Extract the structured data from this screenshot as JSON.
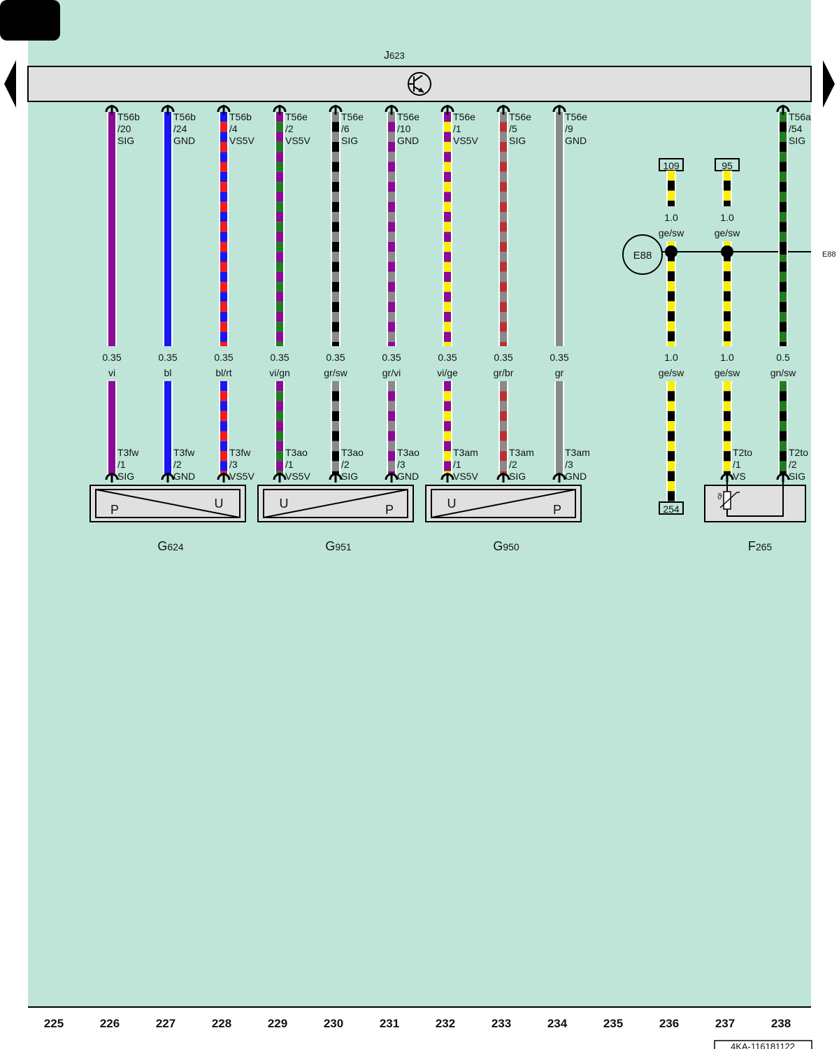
{
  "colors": {
    "background": "#bee5d8",
    "bar": "#e0e0e0",
    "vi": "#8b0a96",
    "bl": "#1717f2",
    "rt": "#f21c1c",
    "gn": "#1f7f1f",
    "sw": "#000000",
    "gr": "#8a8a8a",
    "ge": "#f8f000",
    "br": "#b83232",
    "wire_edge": "#ffffff"
  },
  "icons": {
    "nav_left": "triangle-left-icon",
    "nav_right": "triangle-right-icon",
    "transistor": "transistor-icon",
    "sensor": "thermistor-icon"
  },
  "header": {
    "control_unit": "J",
    "control_unit_sub": "623"
  },
  "wires": [
    {
      "col": 226,
      "top_conn": [
        "T56b",
        "/20",
        "SIG"
      ],
      "size": "0.35",
      "color_code": "vi",
      "colors": [
        "vi"
      ],
      "bot_conn": [
        "T3fw",
        "/1",
        "SIG"
      ]
    },
    {
      "col": 227,
      "top_conn": [
        "T56b",
        "/24",
        "GND"
      ],
      "size": "0.35",
      "color_code": "bl",
      "colors": [
        "bl"
      ],
      "bot_conn": [
        "T3fw",
        "/2",
        "GND"
      ]
    },
    {
      "col": 228,
      "top_conn": [
        "T56b",
        "/4",
        "VS5V"
      ],
      "size": "0.35",
      "color_code": "bl/rt",
      "colors": [
        "bl",
        "rt"
      ],
      "bot_conn": [
        "T3fw",
        "/3",
        "VS5V"
      ]
    },
    {
      "col": 229,
      "top_conn": [
        "T56e",
        "/2",
        "VS5V"
      ],
      "size": "0.35",
      "color_code": "vi/gn",
      "colors": [
        "vi",
        "gn"
      ],
      "bot_conn": [
        "T3ao",
        "/1",
        "VS5V"
      ]
    },
    {
      "col": 230,
      "top_conn": [
        "T56e",
        "/6",
        "SIG"
      ],
      "size": "0.35",
      "color_code": "gr/sw",
      "colors": [
        "gr",
        "sw"
      ],
      "bot_conn": [
        "T3ao",
        "/2",
        "SIG"
      ]
    },
    {
      "col": 231,
      "top_conn": [
        "T56e",
        "/10",
        "GND"
      ],
      "size": "0.35",
      "color_code": "gr/vi",
      "colors": [
        "gr",
        "vi"
      ],
      "bot_conn": [
        "T3ao",
        "/3",
        "GND"
      ]
    },
    {
      "col": 232,
      "top_conn": [
        "T56e",
        "/1",
        "VS5V"
      ],
      "size": "0.35",
      "color_code": "vi/ge",
      "colors": [
        "vi",
        "ge"
      ],
      "bot_conn": [
        "T3am",
        "/1",
        "VS5V"
      ]
    },
    {
      "col": 233,
      "top_conn": [
        "T56e",
        "/5",
        "SIG"
      ],
      "size": "0.35",
      "color_code": "gr/br",
      "colors": [
        "gr",
        "br"
      ],
      "bot_conn": [
        "T3am",
        "/2",
        "SIG"
      ]
    },
    {
      "col": 234,
      "top_conn": [
        "T56e",
        "/9",
        "GND"
      ],
      "size": "0.35",
      "color_code": "gr",
      "colors": [
        "gr"
      ],
      "bot_conn": [
        "T3am",
        "/3",
        "GND"
      ]
    }
  ],
  "right_wires": {
    "w236": {
      "col": 236,
      "from_ref": "109",
      "to_ref": "254",
      "size_upper": "1.0",
      "color_upper": "ge/sw",
      "size_lower": "1.0",
      "color_lower": "ge/sw",
      "colors": [
        "ge",
        "sw"
      ]
    },
    "w237": {
      "col": 237,
      "from_ref": "95",
      "size_upper": "1.0",
      "color_upper": "ge/sw",
      "size_lower": "1.0",
      "color_lower": "ge/sw",
      "colors": [
        "ge",
        "sw"
      ],
      "bot_conn": [
        "T2to",
        "/1",
        "VS"
      ]
    },
    "w238": {
      "col": 238,
      "top_conn": [
        "T56a",
        "/54",
        "SIG"
      ],
      "size": "0.5",
      "color_code": "gn/sw",
      "colors": [
        "gn",
        "sw"
      ],
      "bot_conn": [
        "T2to",
        "/2",
        "SIG"
      ]
    }
  },
  "e88": {
    "label": "E88",
    "label_right": "E88"
  },
  "components": [
    {
      "id": "G",
      "sub": "624",
      "left_letter": "P",
      "right_letter": "U",
      "cols": [
        226,
        227,
        228
      ]
    },
    {
      "id": "G",
      "sub": "951",
      "left_letter": "U",
      "right_letter": "P",
      "cols": [
        229,
        230,
        231
      ]
    },
    {
      "id": "G",
      "sub": "950",
      "left_letter": "U",
      "right_letter": "P",
      "cols": [
        232,
        233,
        234
      ]
    },
    {
      "id": "F",
      "sub": "265",
      "cols": [
        237,
        238
      ]
    }
  ],
  "footer": {
    "columns": [
      "225",
      "226",
      "227",
      "228",
      "229",
      "230",
      "231",
      "232",
      "233",
      "234",
      "235",
      "236",
      "237",
      "238"
    ],
    "doc_id": "4KA-116181122"
  }
}
